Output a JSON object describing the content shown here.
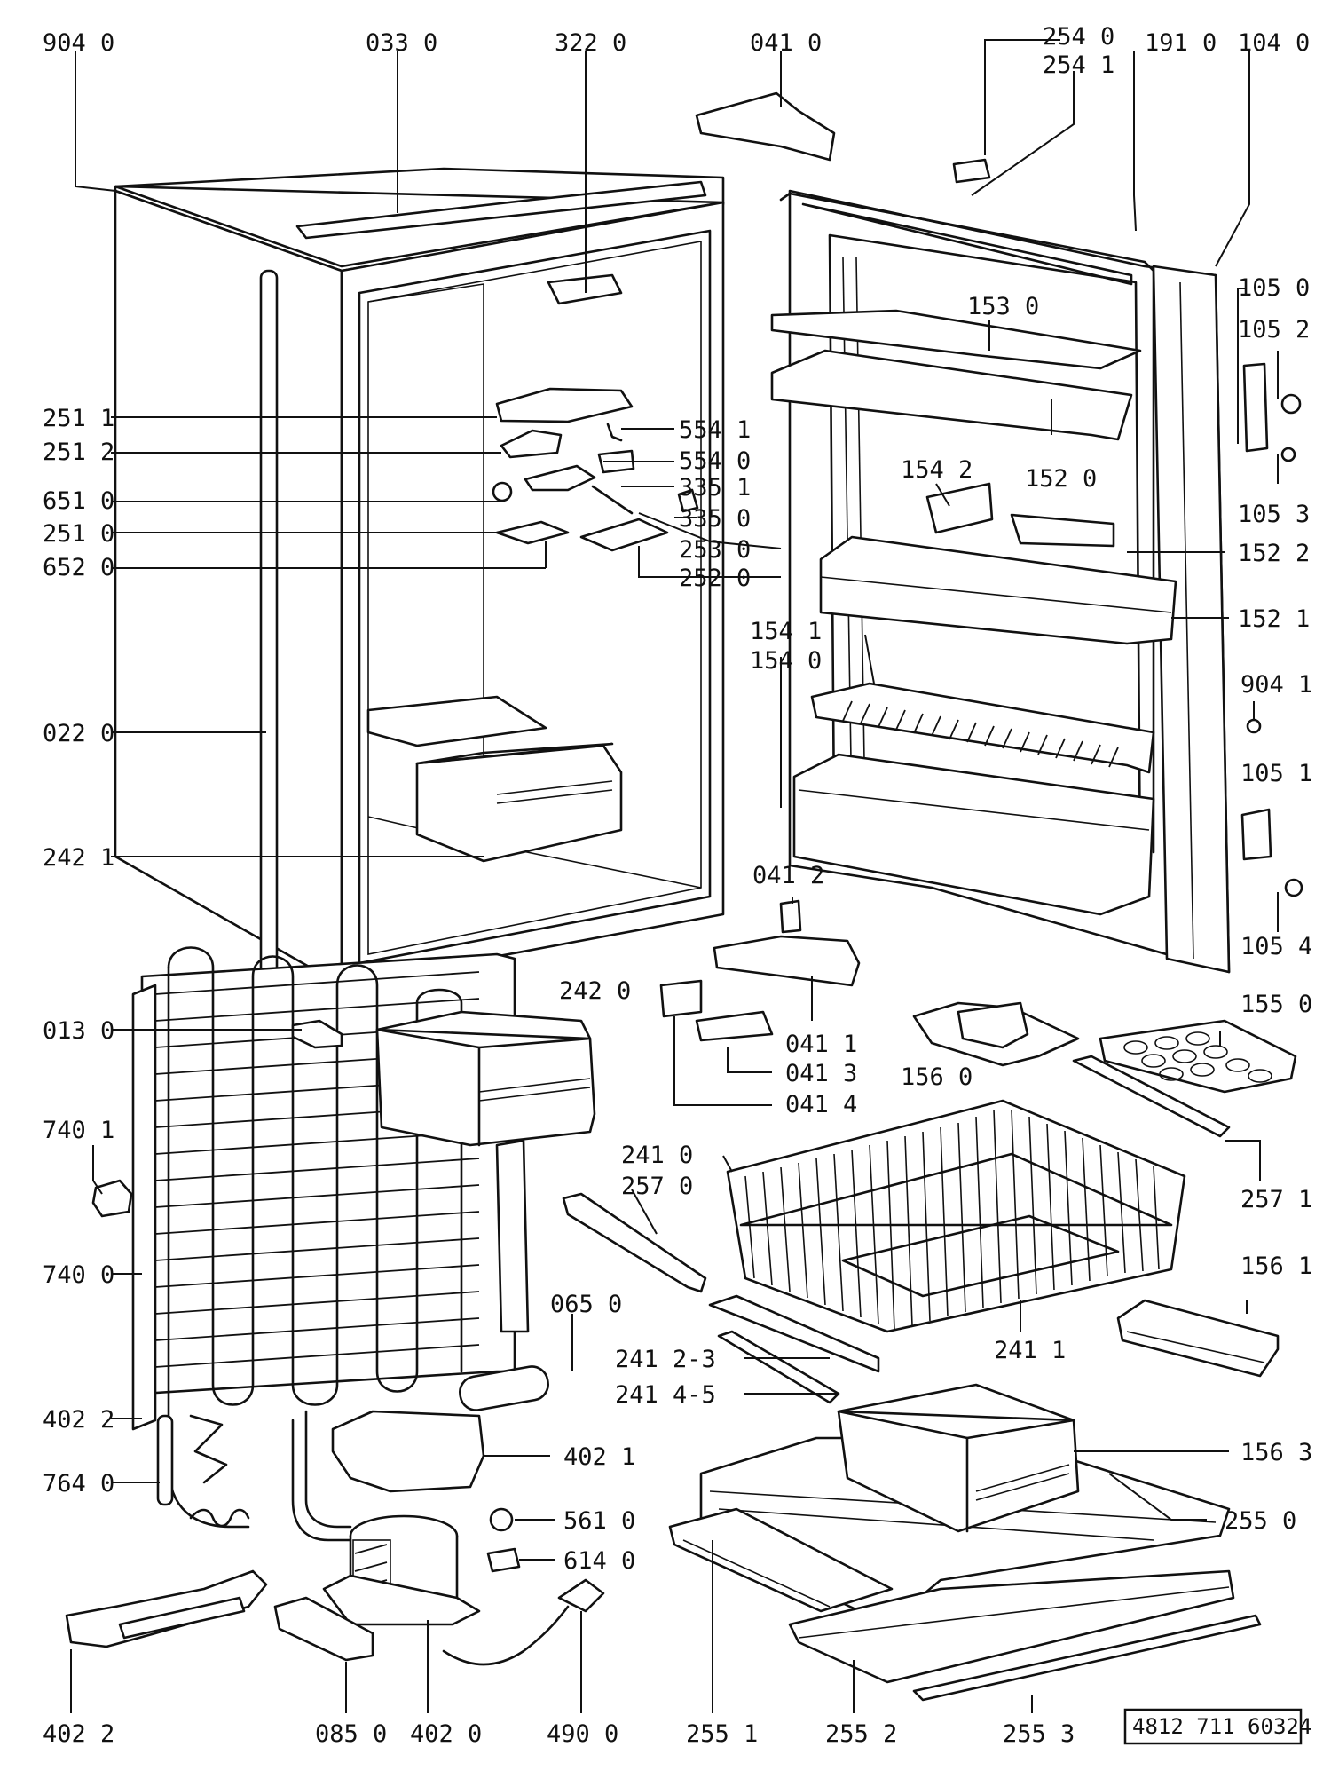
{
  "diagram": {
    "document_number": "4812 711 60324",
    "labels": [
      "904 0",
      "033 0",
      "322 0",
      "041 0",
      "254 0",
      "254 1",
      "191 0",
      "104 0",
      "105 0",
      "105 2",
      "153 0",
      "251 1",
      "554 1",
      "251 2",
      "554 0",
      "651 0",
      "335 1",
      "251 0",
      "335 0",
      "652 0",
      "253 0",
      "252 0",
      "152 0",
      "154 2",
      "105 3",
      "152 2",
      "152 1",
      "154 1",
      "154 0",
      "904 1",
      "022 0",
      "105 1",
      "242 1",
      "041 2",
      "105 4",
      "242 0",
      "013 0",
      "041 1",
      "155 0",
      "041 3",
      "156 0",
      "041 4",
      "740 1",
      "241 0",
      "257 0",
      "257 1",
      "740 0",
      "156 1",
      "065 0",
      "241 1",
      "241 2-3",
      "241 4-5",
      "402 2",
      "402 1",
      "156 3",
      "764 0",
      "561 0",
      "614 0",
      "255 0",
      "402 2",
      "085 0",
      "402 0",
      "490 0",
      "255 1",
      "255 2",
      "255 3"
    ]
  }
}
